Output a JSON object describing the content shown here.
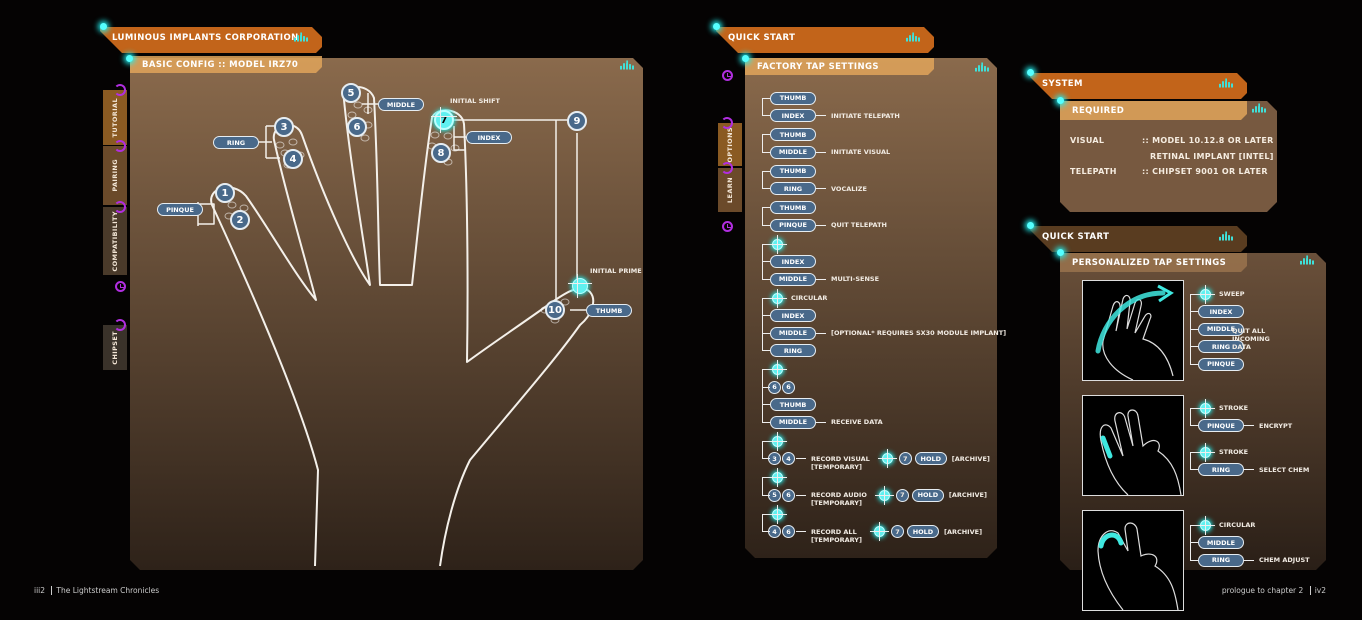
{
  "colors": {
    "header": "#c2641a",
    "accent_cyan": "#5ff0f0",
    "pill": "#49698a",
    "tab_icon": "#b12ee0",
    "panel_top": "#8a6a4c",
    "panel_bottom": "#2e2219"
  },
  "left": {
    "header": "LUMINOUS IMPLANTS CORPORATION",
    "subheader": "BASIC CONFIG :: MODEL IRZ70",
    "tabs": [
      "TUTORIAL",
      "PAIRING",
      "COMPATIBILITY",
      "CHIPSET"
    ],
    "hand": {
      "points": [
        "1",
        "2",
        "3",
        "4",
        "5",
        "6",
        "7",
        "8",
        "9",
        "10"
      ],
      "fingers": {
        "pinque": "PINQUE",
        "ring": "RING",
        "middle": "MIDDLE",
        "index": "INDEX",
        "thumb": "THUMB"
      },
      "initial_shift": "INITIAL SHIFT",
      "initial_prime": "INITIAL PRIME"
    }
  },
  "middle": {
    "header": "QUICK START",
    "subheader": "FACTORY TAP SETTINGS",
    "tabs": [
      "OPTIONS",
      "LEARN"
    ],
    "groups": [
      {
        "items": [
          {
            "t": "pill",
            "v": "THUMB"
          },
          {
            "t": "pill",
            "v": "INDEX",
            "action": "INITIATE TELEPATH"
          }
        ]
      },
      {
        "items": [
          {
            "t": "pill",
            "v": "THUMB"
          },
          {
            "t": "pill",
            "v": "MIDDLE",
            "action": "INITIATE VISUAL"
          }
        ]
      },
      {
        "items": [
          {
            "t": "pill",
            "v": "THUMB"
          },
          {
            "t": "pill",
            "v": "RING",
            "action": "VOCALIZE"
          }
        ]
      },
      {
        "items": [
          {
            "t": "pill",
            "v": "THUMB"
          },
          {
            "t": "pill",
            "v": "PINQUE",
            "action": "QUIT TELEPATH"
          }
        ]
      },
      {
        "items": [
          {
            "t": "tgt"
          },
          {
            "t": "pill",
            "v": "INDEX"
          },
          {
            "t": "pill",
            "v": "MIDDLE",
            "action": "MULTI-SENSE"
          }
        ]
      },
      {
        "items": [
          {
            "t": "tgt",
            "label": "CIRCULAR"
          },
          {
            "t": "pill",
            "v": "INDEX"
          },
          {
            "t": "pill",
            "v": "MIDDLE",
            "action": "[OPTIONAL* REQUIRES SX30 MODULE IMPLANT]"
          },
          {
            "t": "pill",
            "v": "RING"
          }
        ]
      },
      {
        "items": [
          {
            "t": "tgt"
          },
          {
            "t": "nums",
            "v": [
              "6",
              "6"
            ]
          },
          {
            "t": "pill",
            "v": "THUMB"
          },
          {
            "t": "pill",
            "v": "MIDDLE",
            "action": "RECEIVE DATA"
          }
        ]
      },
      {
        "items": [
          {
            "t": "tgt"
          },
          {
            "t": "nums",
            "v": [
              "3",
              "4"
            ],
            "action": "RECORD VISUAL",
            "action2": "[TEMPORARY]",
            "hold_num": "7",
            "hold": "HOLD",
            "archive": "[ARCHIVE]"
          }
        ]
      },
      {
        "items": [
          {
            "t": "tgt"
          },
          {
            "t": "nums",
            "v": [
              "5",
              "6"
            ],
            "action": "RECORD AUDIO",
            "action2": "[TEMPORARY]",
            "hold_num": "7",
            "hold": "HOLD",
            "archive": "[ARCHIVE]"
          }
        ]
      },
      {
        "items": [
          {
            "t": "tgt"
          },
          {
            "t": "nums",
            "v": [
              "4",
              "6"
            ],
            "action": "RECORD ALL",
            "action2": "[TEMPORARY]",
            "hold_num": "7",
            "hold": "HOLD",
            "archive": "[ARCHIVE]"
          }
        ]
      }
    ]
  },
  "system": {
    "header": "SYSTEM",
    "subheader": "REQUIRED",
    "visual_label": "VISUAL",
    "visual_value": ":: MODEL 10.12.8 OR LATER",
    "visual_value2": "RETINAL IMPLANT [INTEL]",
    "telepath_label": "TELEPATH",
    "telepath_value": ":: CHIPSET 9001 OR LATER"
  },
  "personal": {
    "header": "QUICK START",
    "subheader": "PERSONALIZED TAP SETTINGS",
    "sections": [
      {
        "groups": [
          {
            "items": [
              {
                "t": "tgt",
                "label": "SWEEP"
              },
              {
                "t": "pill",
                "v": "INDEX"
              },
              {
                "t": "pill",
                "v": "MIDDLE"
              },
              {
                "t": "pill",
                "v": "RING"
              },
              {
                "t": "pill",
                "v": "PINQUE"
              }
            ]
          }
        ],
        "side_note": "QUIT ALL INCOMING DATA"
      },
      {
        "groups": [
          {
            "items": [
              {
                "t": "tgt",
                "label": "STROKE"
              },
              {
                "t": "pill",
                "v": "PINQUE",
                "action": "ENCRYPT"
              }
            ]
          },
          {
            "items": [
              {
                "t": "tgt",
                "label": "STROKE"
              },
              {
                "t": "pill",
                "v": "RING",
                "action": "SELECT CHEM"
              }
            ]
          }
        ]
      },
      {
        "groups": [
          {
            "items": [
              {
                "t": "tgt",
                "label": "CIRCULAR"
              },
              {
                "t": "pill",
                "v": "MIDDLE"
              },
              {
                "t": "pill",
                "v": "RING",
                "action": "CHEM ADJUST"
              }
            ]
          }
        ]
      }
    ]
  },
  "footer": {
    "left_page": "iii2",
    "left_title": "The Lightstream Chronicles",
    "right_title": "prologue to chapter 2",
    "right_page": "iv2"
  }
}
